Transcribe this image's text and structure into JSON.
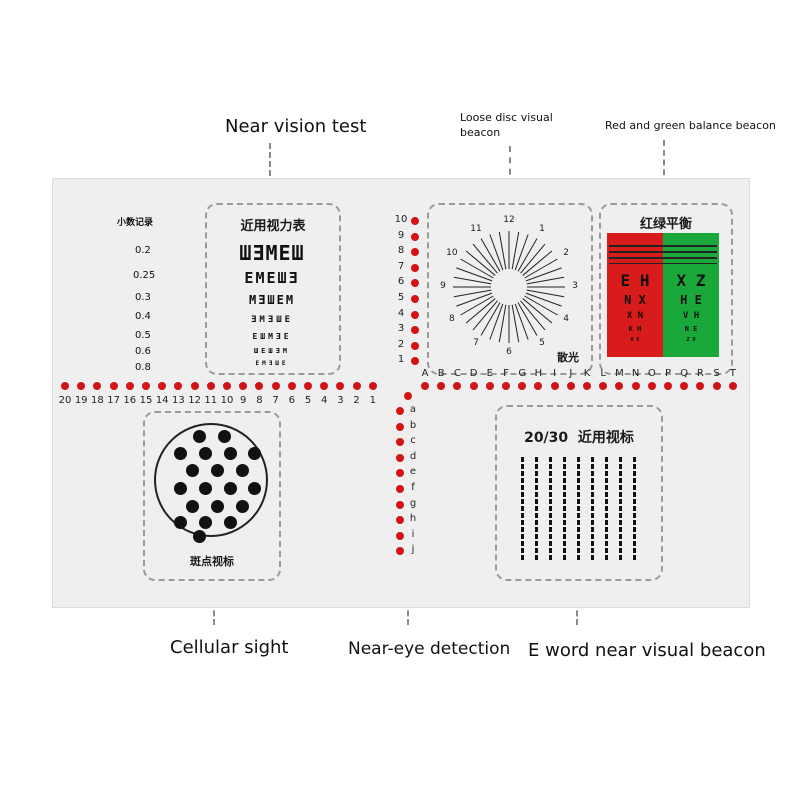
{
  "callouts": {
    "near_vision_test": "Near vision test",
    "loose_disc": "Loose disc visual beacon",
    "red_green": "Red and green balance beacon",
    "cellular_sight": "Cellular sight",
    "near_eye_detection": "Near-eye detection",
    "e_word": "E word near visual beacon"
  },
  "acuity": {
    "header": "小数记录",
    "values": [
      "0.2",
      "0.25",
      "0.3",
      "0.4",
      "0.5",
      "0.6",
      "0.8"
    ]
  },
  "near_chart": {
    "title": "近用视力表",
    "rows": [
      "ШƎMEШ",
      "EMEШƎ",
      "MƎШEM",
      "ƎMƎШE",
      "EШMƎE",
      "ШEШƎM",
      "EMƎШE"
    ]
  },
  "astig": {
    "label": "散光",
    "clock": [
      "12",
      "1",
      "2",
      "3",
      "4",
      "5",
      "6",
      "7",
      "8",
      "9",
      "10",
      "11"
    ]
  },
  "red_green": {
    "title": "红绿平衡",
    "rows": [
      [
        "E H",
        "X Z"
      ],
      [
        "N X",
        "H E"
      ],
      [
        "X N",
        "V H"
      ],
      [
        "K H",
        "N E"
      ],
      [
        "H E",
        "Z H"
      ]
    ]
  },
  "rulers": {
    "left": [
      "20",
      "19",
      "18",
      "17",
      "16",
      "15",
      "14",
      "13",
      "12",
      "11",
      "10",
      "9",
      "8",
      "7",
      "6",
      "5",
      "4",
      "3",
      "2",
      "1"
    ],
    "right": [
      "A",
      "B",
      "C",
      "D",
      "E",
      "F",
      "G",
      "H",
      "I",
      "J",
      "K",
      "L",
      "M",
      "N",
      "O",
      "P",
      "Q",
      "R",
      "S",
      "T"
    ],
    "up": [
      "10",
      "9",
      "8",
      "7",
      "6",
      "5",
      "4",
      "3",
      "2",
      "1"
    ],
    "down": [
      "a",
      "b",
      "c",
      "d",
      "e",
      "f",
      "g",
      "h",
      "i",
      "j"
    ]
  },
  "cellular": {
    "label": "斑点视标"
  },
  "near_e": {
    "title": "20/30  近用视标"
  }
}
